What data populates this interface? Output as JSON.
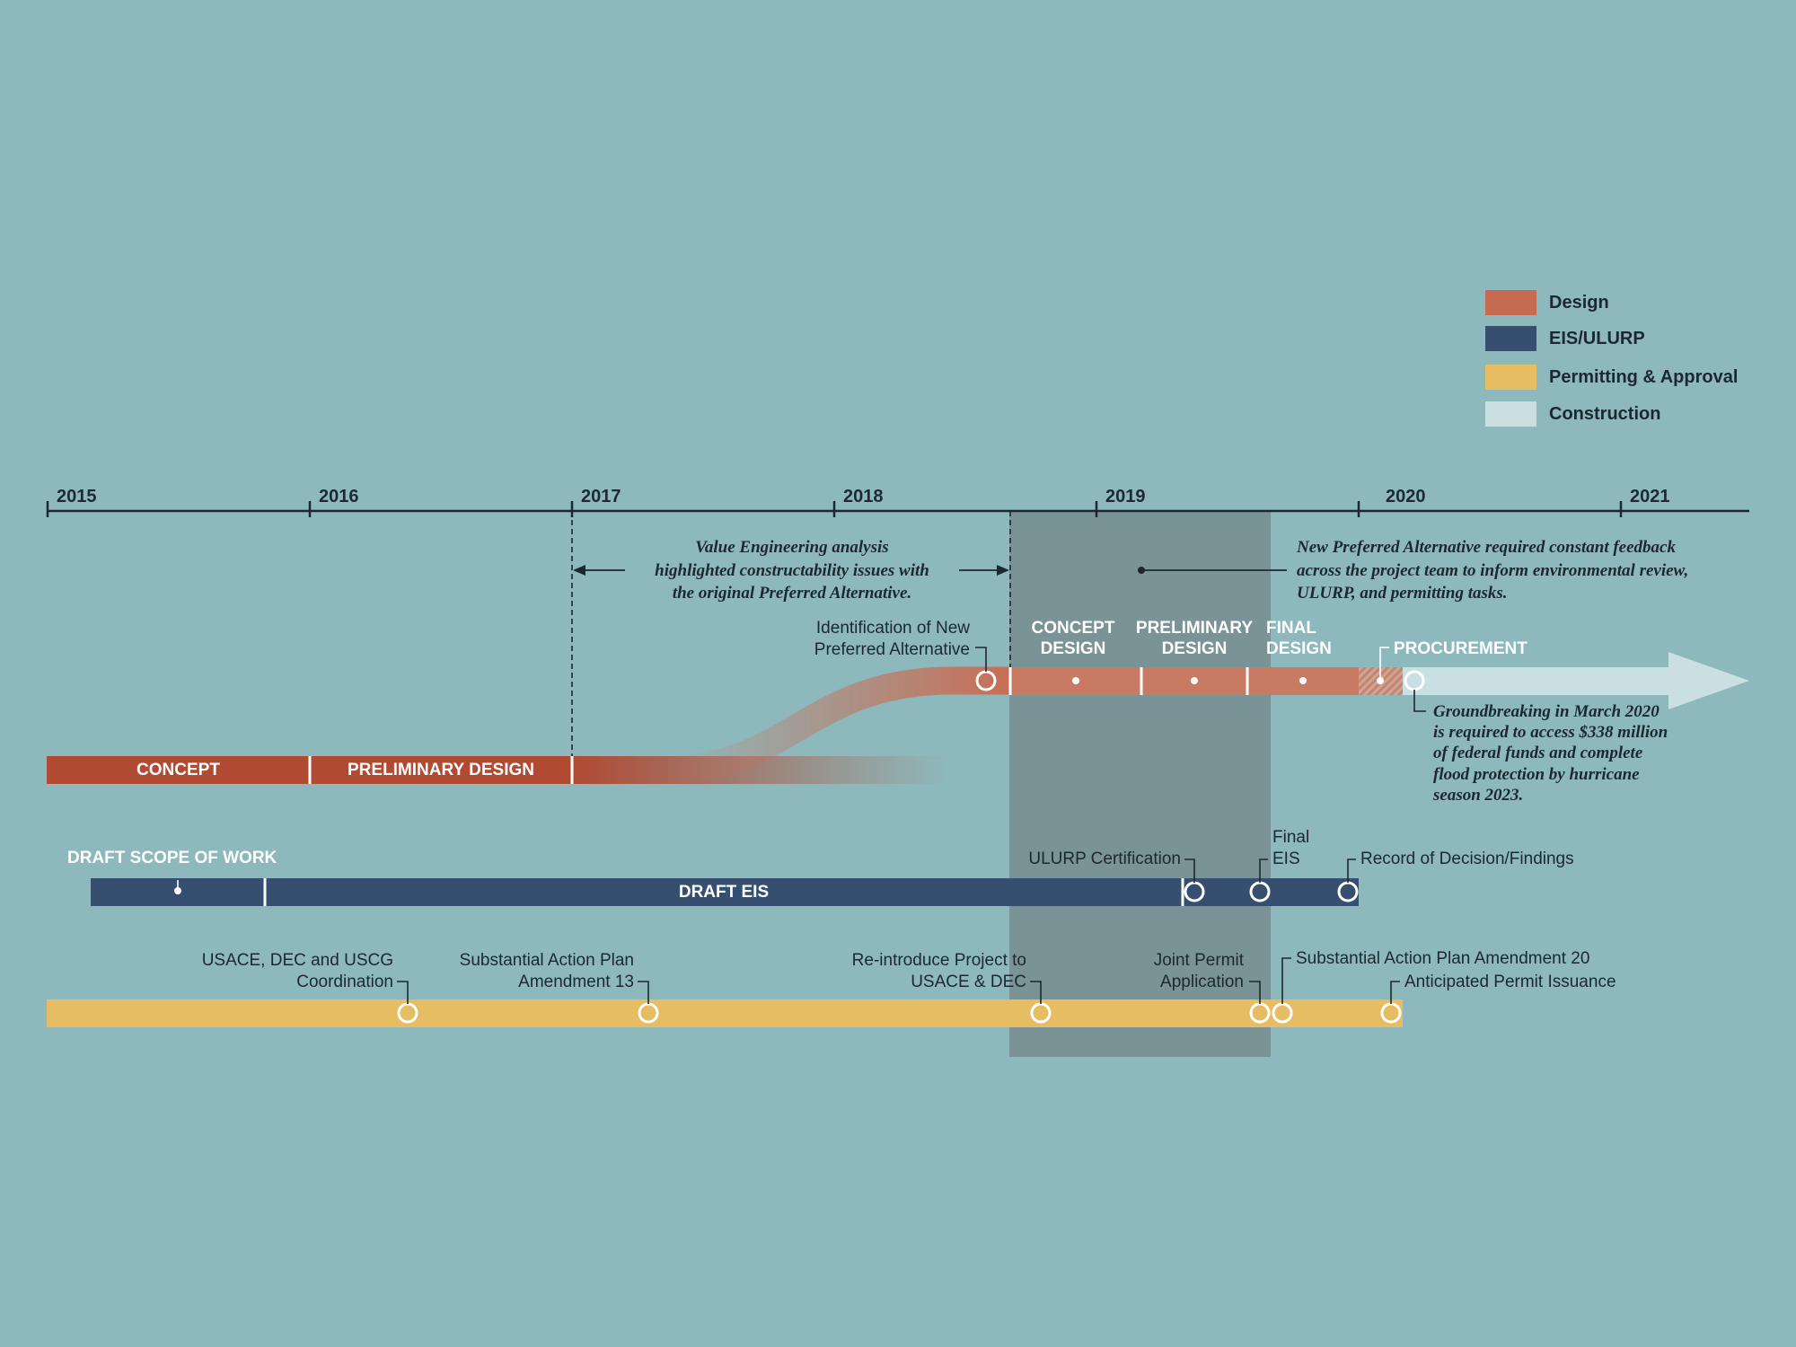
{
  "legend": [
    "Design",
    "EIS/ULURP",
    "Permitting & Approval",
    "Construction"
  ],
  "colors": {
    "background": "#8db9bd",
    "design": "#c66a52",
    "eis_ulurp": "#364f70",
    "permitting": "#e6bd62",
    "construction": "#c9dfe1",
    "overlap_region": "#7a9396"
  },
  "years": [
    "2015",
    "2016",
    "2017",
    "2018",
    "2019",
    "2020",
    "2021"
  ],
  "notes": {
    "value_engineering": [
      "Value Engineering analysis",
      "highlighted constructability issues with",
      "the original Preferred Alternative."
    ],
    "new_alternative": [
      "New Preferred Alternative required constant feedback",
      "across the project team to inform environmental review,",
      "ULURP, and permitting tasks."
    ],
    "groundbreaking": [
      "Groundbreaking in March 2020",
      "is required to access $338 million",
      "of federal funds and complete",
      "flood protection by hurricane",
      "season 2023."
    ]
  },
  "design": {
    "concept": "CONCEPT",
    "preliminary": "PRELIMINARY DESIGN",
    "identification": [
      "Identification of New",
      "Preferred Alternative"
    ],
    "phases": [
      [
        "CONCEPT",
        "DESIGN"
      ],
      [
        "PRELIMINARY",
        "DESIGN"
      ],
      [
        "FINAL",
        "DESIGN"
      ]
    ],
    "procurement": "PROCUREMENT"
  },
  "eis": {
    "draft_scope": "DRAFT SCOPE OF WORK",
    "draft_eis": "DRAFT EIS",
    "ulurp": "ULURP Certification",
    "final_eis": [
      "Final",
      "EIS"
    ],
    "record": "Record of Decision/Findings"
  },
  "permitting": {
    "usace": [
      "USACE, DEC and USCG",
      "Coordination"
    ],
    "sap13": [
      "Substantial Action Plan",
      "Amendment 13"
    ],
    "reintroduce": [
      "Re-introduce Project to",
      "USACE & DEC"
    ],
    "joint": [
      "Joint Permit",
      "Application"
    ],
    "sap20": "Substantial Action Plan Amendment 20",
    "issuance": "Anticipated Permit Issuance"
  }
}
